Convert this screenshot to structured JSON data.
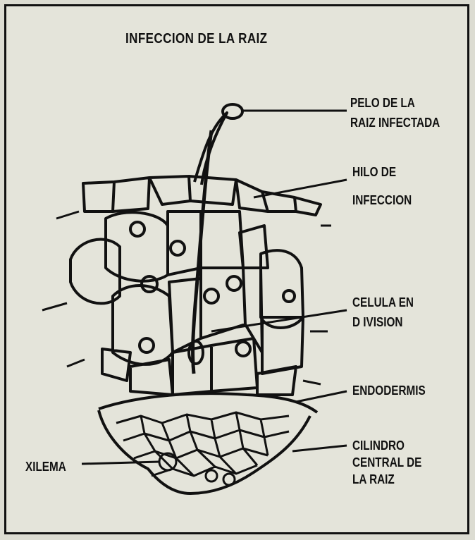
{
  "title": "INFECCION DE LA RAIZ",
  "labels": {
    "pelo": [
      "PELO DE LA",
      "RAIZ INFECTADA"
    ],
    "hilo": [
      "HILO DE",
      "INFECCION"
    ],
    "celula": [
      "CELULA EN",
      "D IVISION"
    ],
    "endodermis": [
      "ENDODERMIS"
    ],
    "cilindro": [
      "CILINDRO",
      "CENTRAL DE",
      "LA RAIZ"
    ],
    "xilema": [
      "XILEMA"
    ]
  }
}
